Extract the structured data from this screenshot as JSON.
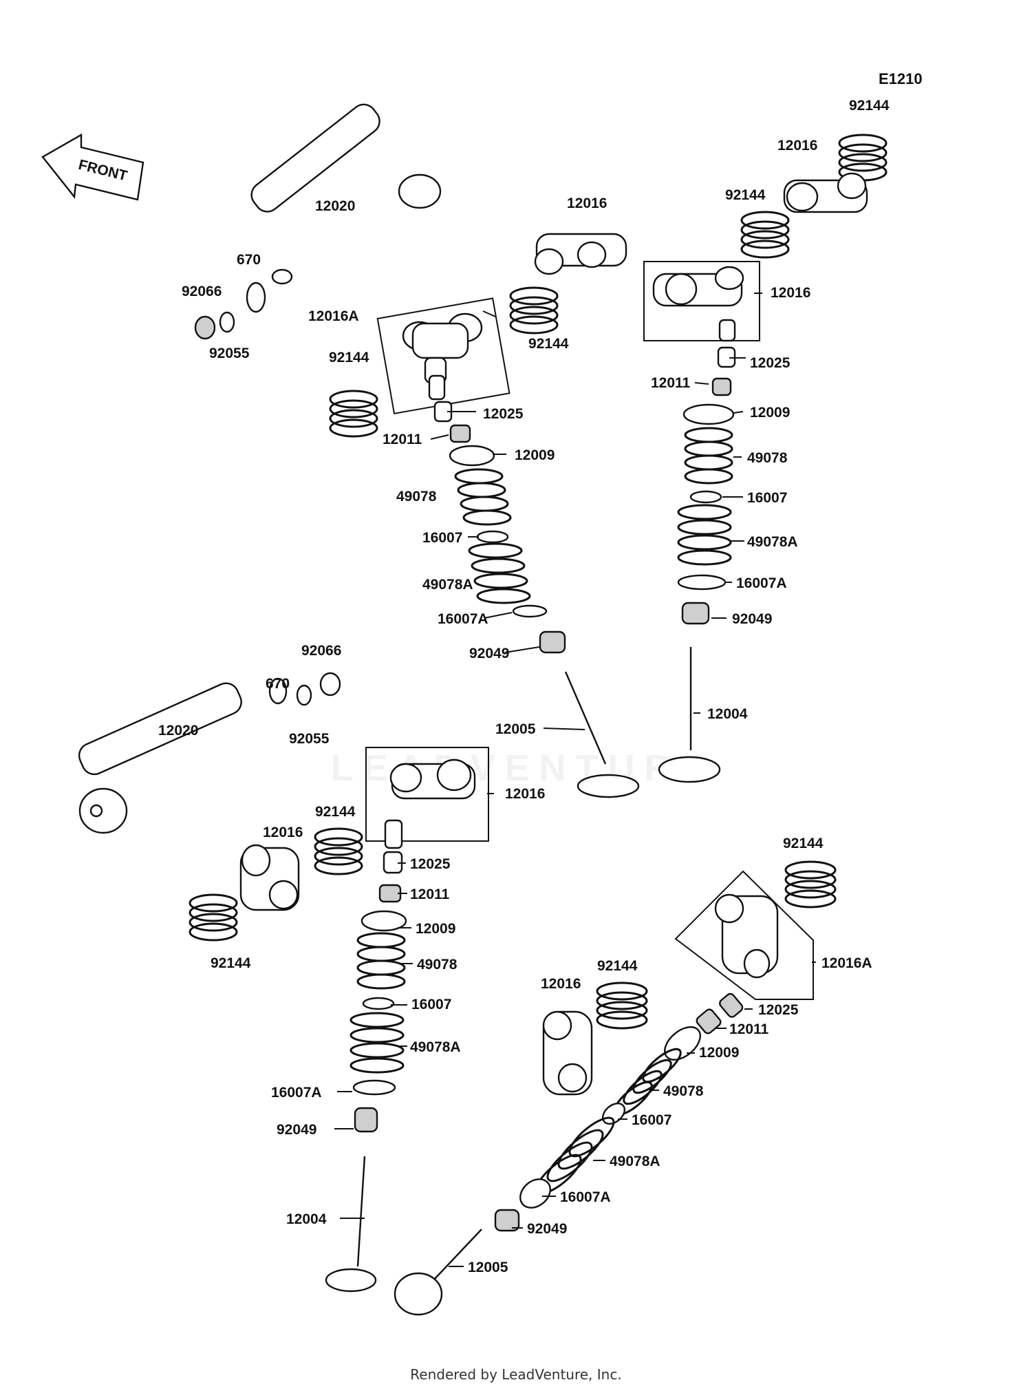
{
  "diagram": {
    "id": "E1210",
    "front_arrow_label": "FRONT",
    "watermark": "LEADVENTURE",
    "labels": [
      {
        "key": "L1",
        "text": "92144"
      },
      {
        "key": "L2",
        "text": "12016"
      },
      {
        "key": "L3",
        "text": "92144"
      },
      {
        "key": "L4",
        "text": "12016"
      },
      {
        "key": "L5",
        "text": "12020"
      },
      {
        "key": "L6",
        "text": "670"
      },
      {
        "key": "L7",
        "text": "92066"
      },
      {
        "key": "L8",
        "text": "92055"
      },
      {
        "key": "L9",
        "text": "12016A"
      },
      {
        "key": "L10",
        "text": "92144"
      },
      {
        "key": "L11",
        "text": "12016"
      },
      {
        "key": "L12",
        "text": "92144"
      },
      {
        "key": "L13",
        "text": "12025"
      },
      {
        "key": "L14",
        "text": "12025"
      },
      {
        "key": "L15",
        "text": "12011"
      },
      {
        "key": "L16",
        "text": "12009"
      },
      {
        "key": "L17",
        "text": "12011"
      },
      {
        "key": "L18",
        "text": "12009"
      },
      {
        "key": "L19",
        "text": "49078"
      },
      {
        "key": "L20",
        "text": "49078"
      },
      {
        "key": "L21",
        "text": "16007"
      },
      {
        "key": "L22",
        "text": "16007"
      },
      {
        "key": "L23",
        "text": "49078A"
      },
      {
        "key": "L24",
        "text": "49078A"
      },
      {
        "key": "L25",
        "text": "16007A"
      },
      {
        "key": "L26",
        "text": "16007A"
      },
      {
        "key": "L27",
        "text": "92049"
      },
      {
        "key": "L28",
        "text": "92049"
      },
      {
        "key": "L29",
        "text": "92066"
      },
      {
        "key": "L30",
        "text": "670"
      },
      {
        "key": "L31",
        "text": "92055"
      },
      {
        "key": "L32",
        "text": "12020"
      },
      {
        "key": "L33",
        "text": "12005"
      },
      {
        "key": "L34",
        "text": "12004"
      },
      {
        "key": "L35",
        "text": "12016"
      },
      {
        "key": "L36",
        "text": "92144"
      },
      {
        "key": "L37",
        "text": "12016"
      },
      {
        "key": "L38",
        "text": "12025"
      },
      {
        "key": "L39",
        "text": "12011"
      },
      {
        "key": "L40",
        "text": "92144"
      },
      {
        "key": "L41",
        "text": "12009"
      },
      {
        "key": "L42",
        "text": "92144"
      },
      {
        "key": "L43",
        "text": "49078"
      },
      {
        "key": "L44",
        "text": "12016A"
      },
      {
        "key": "L45",
        "text": "16007"
      },
      {
        "key": "L46",
        "text": "92144"
      },
      {
        "key": "L47",
        "text": "12016"
      },
      {
        "key": "L48",
        "text": "49078A"
      },
      {
        "key": "L49",
        "text": "12025"
      },
      {
        "key": "L50",
        "text": "12011"
      },
      {
        "key": "L51",
        "text": "12009"
      },
      {
        "key": "L52",
        "text": "16007A"
      },
      {
        "key": "L53",
        "text": "49078"
      },
      {
        "key": "L54",
        "text": "92049"
      },
      {
        "key": "L55",
        "text": "16007"
      },
      {
        "key": "L56",
        "text": "49078A"
      },
      {
        "key": "L57",
        "text": "12004"
      },
      {
        "key": "L58",
        "text": "16007A"
      },
      {
        "key": "L59",
        "text": "92049"
      },
      {
        "key": "L60",
        "text": "12005"
      }
    ]
  },
  "footer": {
    "text": "Rendered by LeadVenture, Inc."
  }
}
